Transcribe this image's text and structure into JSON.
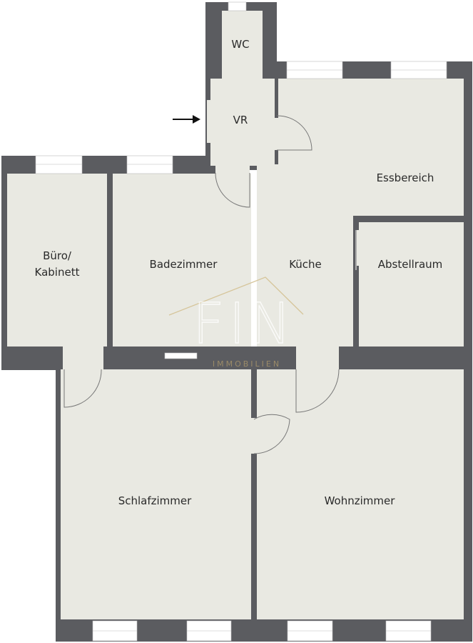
{
  "floorplan": {
    "rooms": {
      "wc": "WC",
      "vr": "VR",
      "essbereich": "Essbereich",
      "buero_line1": "Büro/",
      "buero_line2": "Kabinett",
      "badezimmer": "Badezimmer",
      "kueche": "Küche",
      "abstellraum": "Abstellraum",
      "schlafzimmer": "Schlafzimmer",
      "wohnzimmer": "Wohnzimmer"
    },
    "entrance_icon": "arrow-right-icon"
  },
  "watermark": {
    "logo_main": "FIN",
    "logo_sub": "IMMOBILIEN"
  },
  "colors": {
    "wall": "#5b5c60",
    "floor": "#e9e9e2",
    "logo_gold": "#d6c59a"
  }
}
